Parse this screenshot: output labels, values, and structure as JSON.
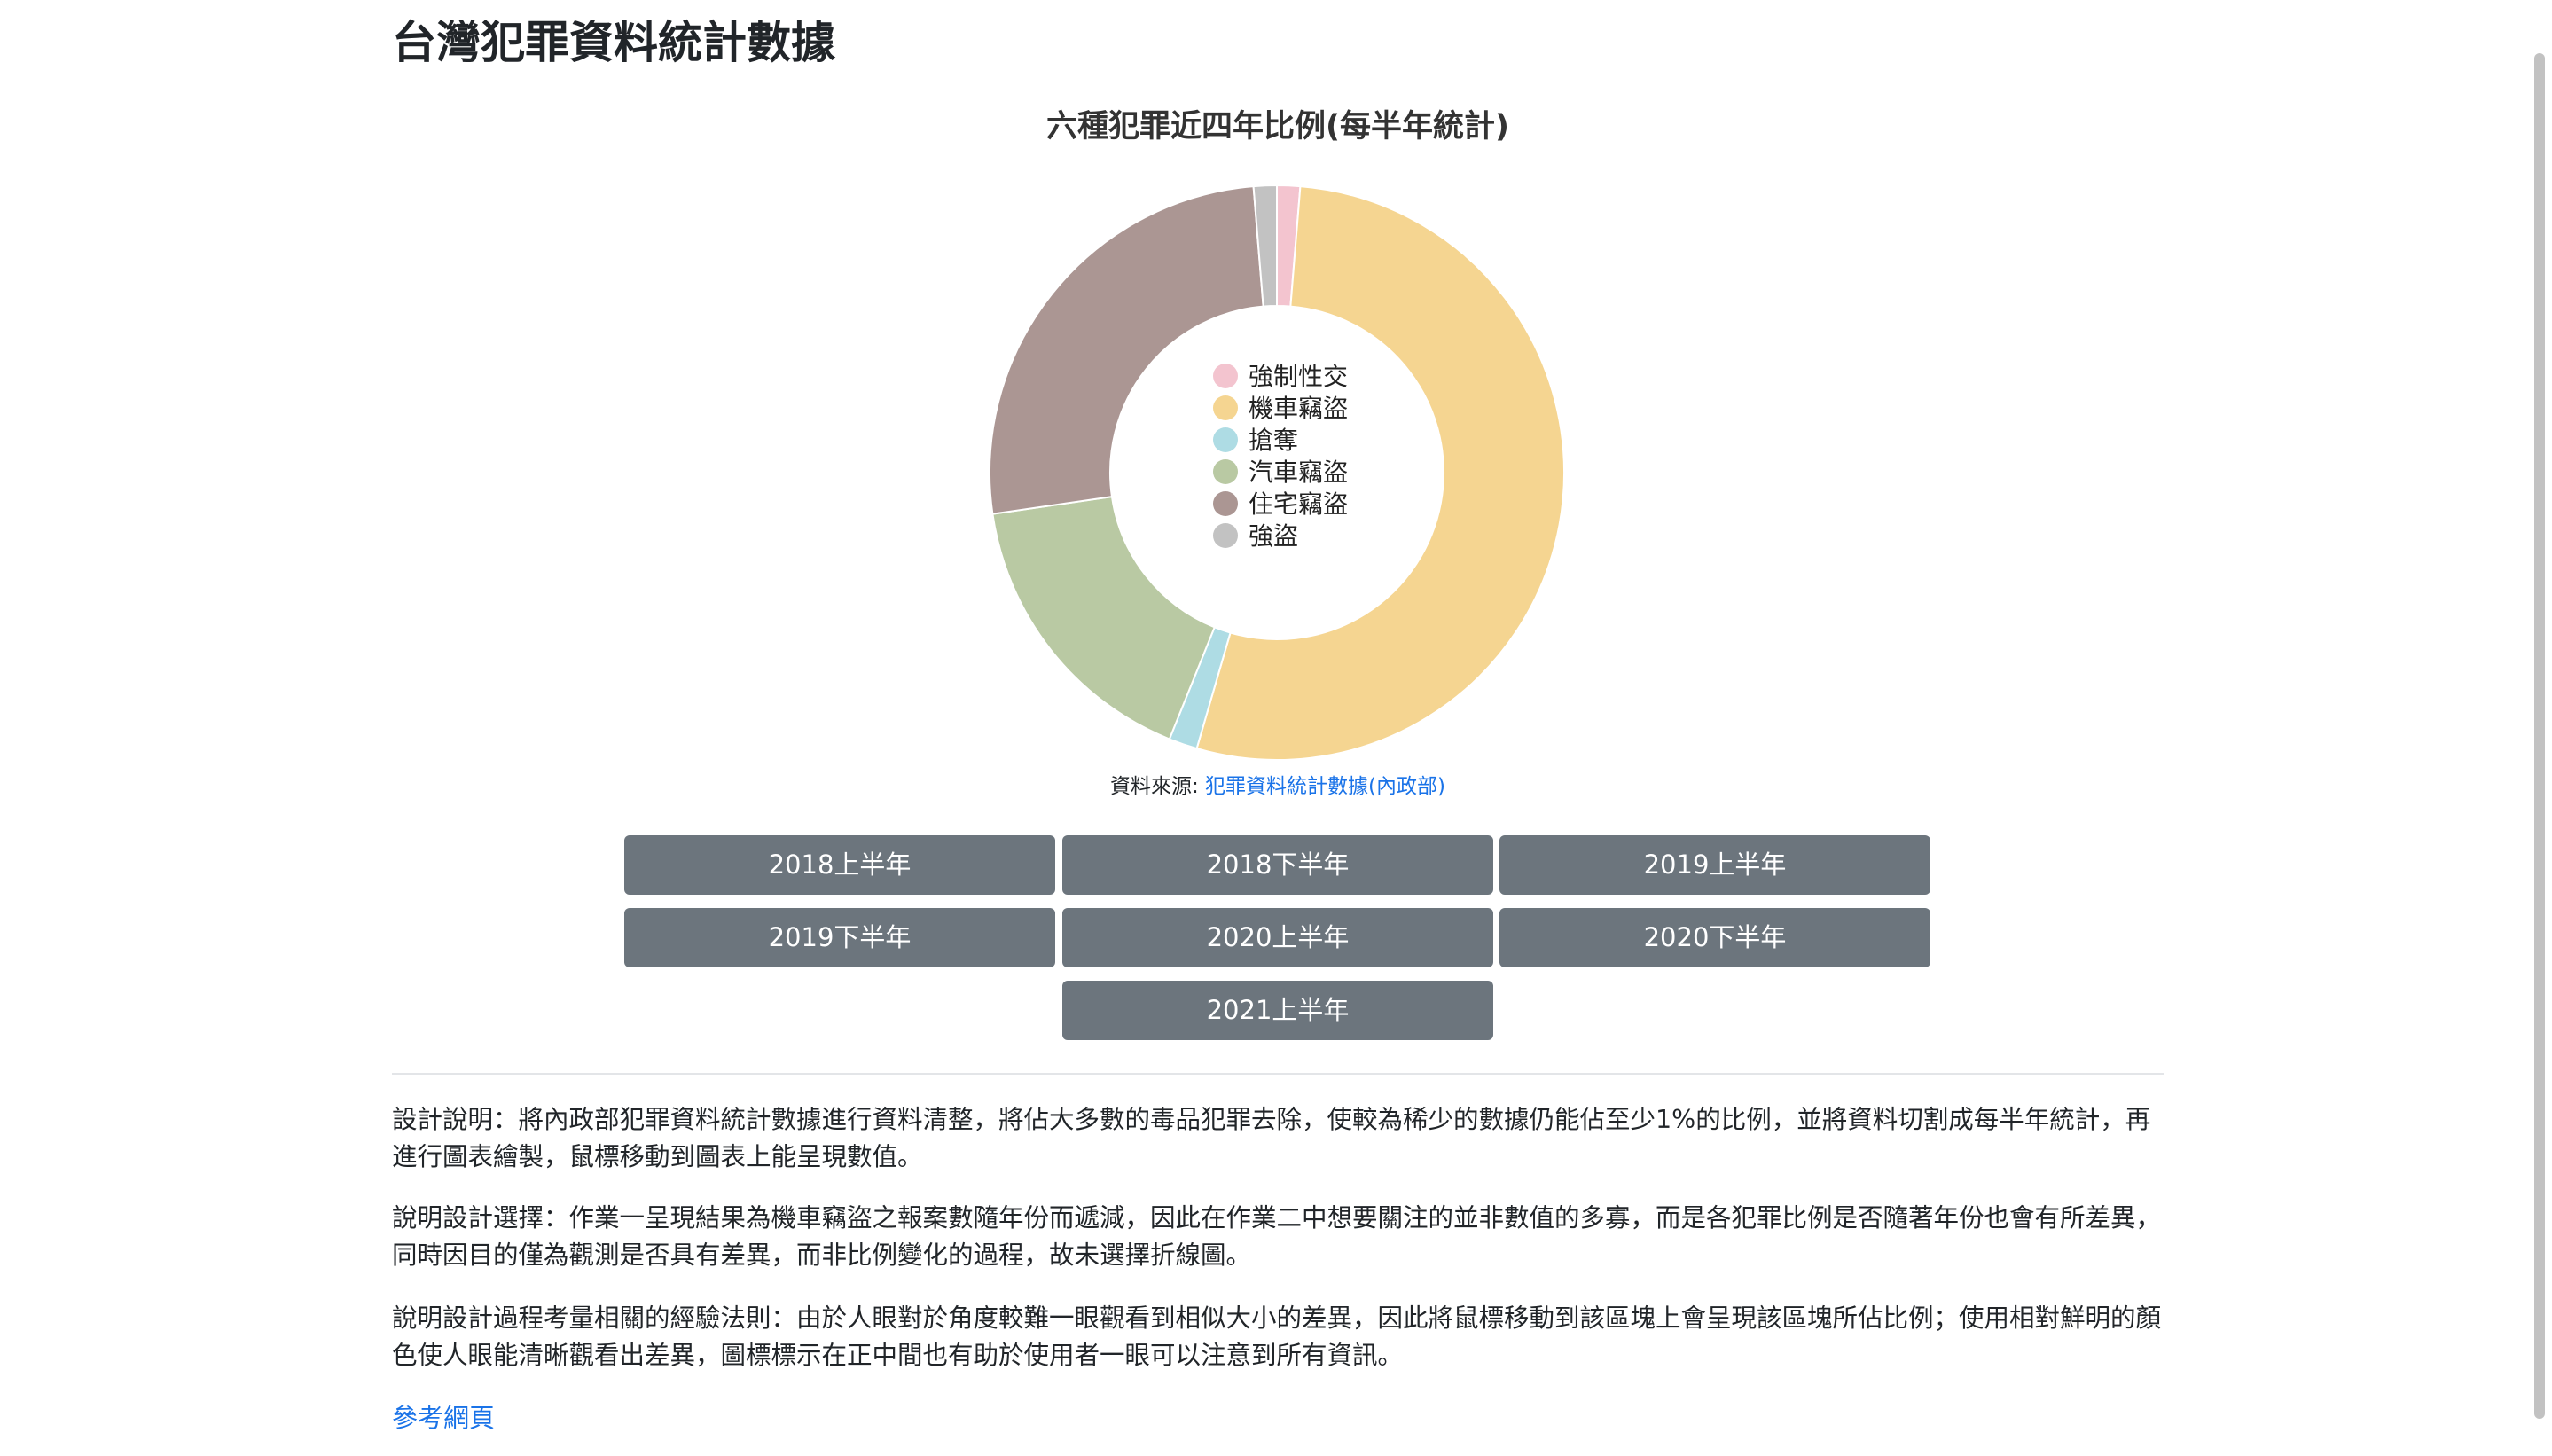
{
  "page": {
    "title": "台灣犯罪資料統計數據"
  },
  "chart_data": {
    "type": "pie",
    "title": "六種犯罪近四年比例(每半年統計)",
    "donut": true,
    "legend_position": "center",
    "categories": [
      "強制性交",
      "機車竊盜",
      "搶奪",
      "汽車竊盜",
      "住宅竊盜",
      "強盜"
    ],
    "values": [
      1.3,
      53.2,
      1.6,
      16.6,
      26.0,
      1.3
    ],
    "colors": [
      "#f3c4cf",
      "#f5d591",
      "#aedce4",
      "#b9c9a3",
      "#ab9693",
      "#c2c2c2"
    ]
  },
  "source": {
    "prefix": "資料來源: ",
    "link_text": "犯罪資料統計數據(內政部)"
  },
  "buttons": [
    "2018上半年",
    "2018下半年",
    "2019上半年",
    "2019下半年",
    "2020上半年",
    "2020下半年",
    "2021上半年"
  ],
  "paragraphs": [
    "設計說明：將內政部犯罪資料統計數據進行資料清整，將佔大多數的毒品犯罪去除，使較為稀少的數據仍能佔至少1%的比例，並將資料切割成每半年統計，再進行圖表繪製，鼠標移動到圖表上能呈現數值。",
    "說明設計選擇：作業一呈現結果為機車竊盜之報案數隨年份而遞減，因此在作業二中想要關注的並非數值的多寡，而是各犯罪比例是否隨著年份也會有所差異，同時因目的僅為觀測是否具有差異，而非比例變化的過程，故未選擇折線圖。",
    "說明設計過程考量相關的經驗法則：由於人眼對於角度較難一眼觀看到相似大小的差異，因此將鼠標移動到該區塊上會呈現該區塊所佔比例；使用相對鮮明的顏色使人眼能清晰觀看出差異，圖標標示在正中間也有助於使用者一眼可以注意到所有資訊。"
  ],
  "reference_link": "參考網頁"
}
